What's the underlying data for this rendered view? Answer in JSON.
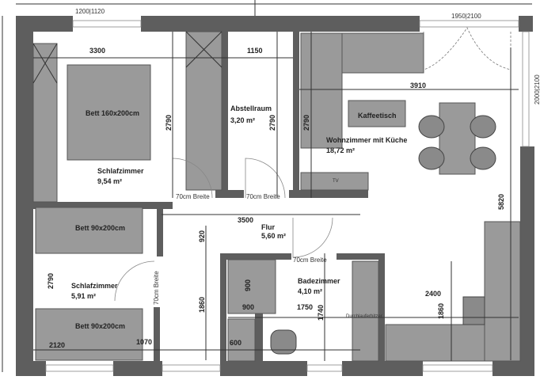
{
  "colors": {
    "wall": "#5e5e5e",
    "furniture": "#9a9a9a",
    "background": "#ffffff"
  },
  "windows": {
    "top_left": "1200|1120",
    "top_right": "1950|2100",
    "right": "2000|2100"
  },
  "rooms": {
    "bedroom1": {
      "name": "Schlafzimmer",
      "area": "9,54 m²",
      "bed": "Bett 160x200cm"
    },
    "storage": {
      "name": "Abstellraum",
      "area": "3,20 m²"
    },
    "living": {
      "name": "Wohnzimmer mit Küche",
      "area": "18,72 m²",
      "table": "Kaffeetisch",
      "tv": "TV"
    },
    "hall": {
      "name": "Flur",
      "area": "5,60 m²"
    },
    "bedroom2": {
      "name": "Schlafzimmer",
      "area": "5,91 m²",
      "bed_top": "Bett 90x200cm",
      "bed_bottom": "Bett 90x200cm"
    },
    "bath": {
      "name": "Badezimmer",
      "area": "4,10 m²",
      "heater": "Durchlauferhitzer"
    }
  },
  "doors": {
    "bedroom1": "70cm Breite",
    "storage": "70cm Breite",
    "bath": "70cm Breite",
    "bedroom2": "70cm Breite"
  },
  "dimensions": {
    "d3300": "3300",
    "d1150": "1150",
    "d3910": "3910",
    "d2790a": "2790",
    "d2790b": "2790",
    "d2790c": "2790",
    "d5820": "5820",
    "d3500": "3500",
    "d920": "920",
    "d900v": "900",
    "d1860a": "1860",
    "d900h": "900",
    "d1750": "1750",
    "d1740": "1740",
    "d2400": "2400",
    "d1860b": "1860",
    "d2790d": "2790",
    "d2120": "2120",
    "d1070": "1070",
    "d600": "600"
  }
}
